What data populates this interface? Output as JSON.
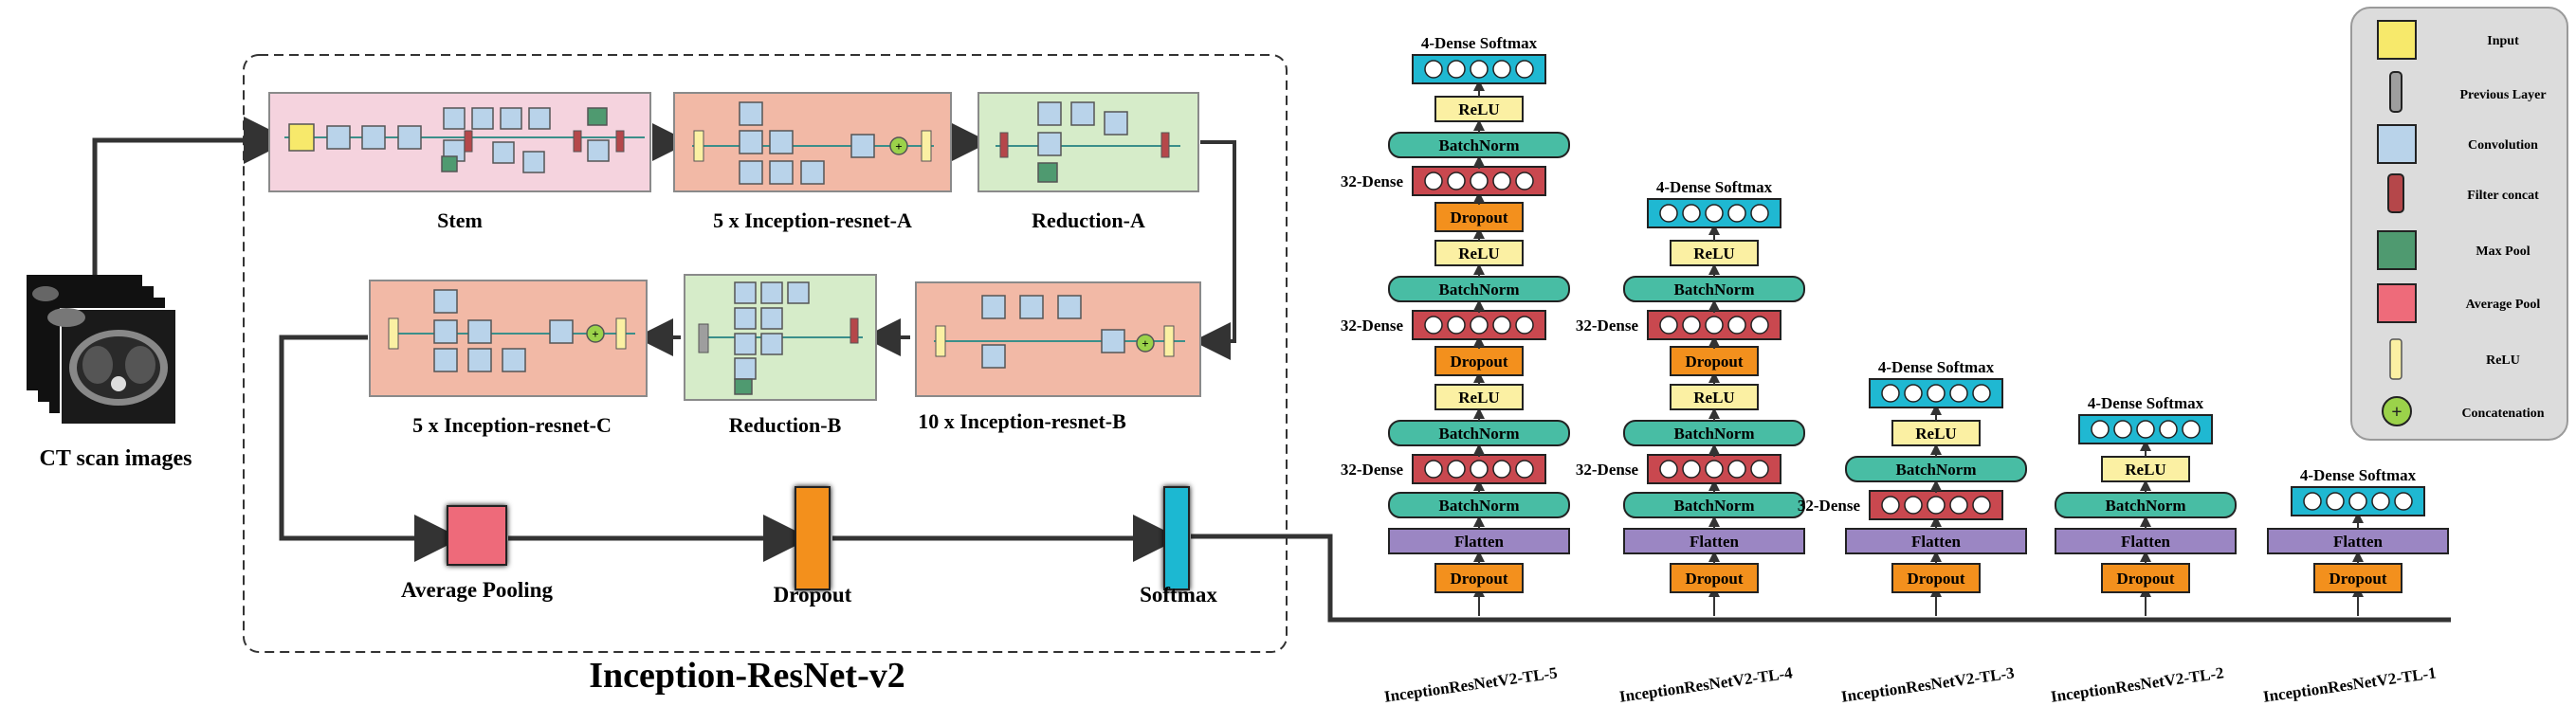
{
  "input": {
    "label": "CT scan images"
  },
  "main": {
    "title": "Inception-ResNet-v2",
    "blocks": {
      "stem": "Stem",
      "inc_a": "5 x Inception-resnet-A",
      "red_a": "Reduction-A",
      "inc_b": "10 x Inception-resnet-B",
      "red_b": "Reduction-B",
      "inc_c": "5 x Inception-resnet-C"
    },
    "head": {
      "avgpool": "Average Pooling",
      "dropout": "Dropout",
      "softmax": "Softmax"
    }
  },
  "layers": {
    "softmax": "4-Dense Softmax",
    "dense": "32-Dense",
    "relu": "ReLU",
    "batchnorm": "BatchNorm",
    "dropout": "Dropout",
    "flatten": "Flatten"
  },
  "models": [
    "InceptionResNetV2-TL-5",
    "InceptionResNetV2-TL-4",
    "InceptionResNetV2-TL-3",
    "InceptionResNetV2-TL-2",
    "InceptionResNetV2-TL-1"
  ],
  "legend": [
    {
      "label": "Input",
      "color": "#f7e96b"
    },
    {
      "label": "Previous Layer",
      "color": "#9e9e9e"
    },
    {
      "label": "Convolution",
      "color": "#b9d3ea"
    },
    {
      "label": "Filter concat",
      "color": "#b5474a"
    },
    {
      "label": "Max Pool",
      "color": "#4f9a70"
    },
    {
      "label": "Average Pool",
      "color": "#ee6b7a"
    },
    {
      "label": "ReLU",
      "color": "#fbf0a3"
    },
    {
      "label": "Concatenation",
      "color": "#9bd24a"
    }
  ],
  "colors": {
    "stem_bg": "#f5d3de",
    "inc_bg": "#f2b9a6",
    "red_bg": "#d6ecc9",
    "dense": "#c9484f",
    "softmax": "#1fb8d2",
    "relu": "#fbf0a3",
    "batchnorm": "#48bda4",
    "dropout": "#f3901d",
    "flatten": "#9b86c3"
  }
}
